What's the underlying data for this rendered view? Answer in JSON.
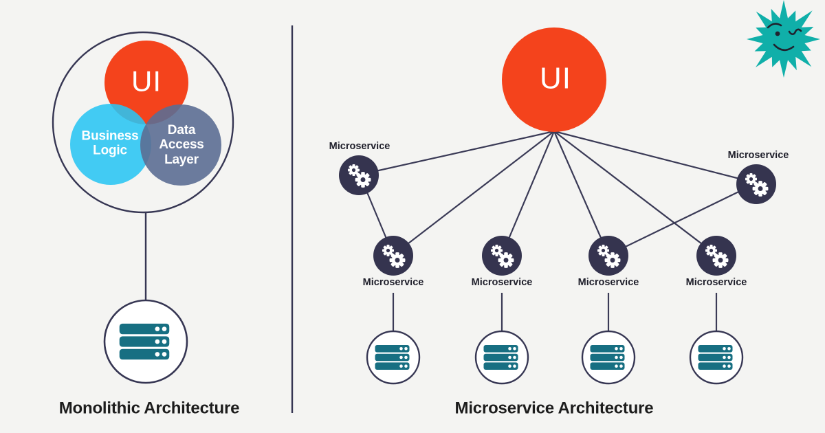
{
  "left": {
    "title": "Monolithic Architecture",
    "ui_label": "UI",
    "business_logic_label": "Business\nLogic",
    "data_access_label": "Data\nAccess\nLayer",
    "database_icon": "server-stack-icon"
  },
  "right": {
    "title": "Microservice Architecture",
    "ui_label": "UI",
    "top_left_node": {
      "label": "Microservice",
      "icon": "gears-icon"
    },
    "top_right_node": {
      "label": "Microservice",
      "icon": "gears-icon"
    },
    "row_nodes": [
      {
        "label": "Microservice",
        "icon": "gears-icon"
      },
      {
        "label": "Microservice",
        "icon": "gears-icon"
      },
      {
        "label": "Microservice",
        "icon": "gears-icon"
      },
      {
        "label": "Microservice",
        "icon": "gears-icon"
      }
    ],
    "database_icon": "server-stack-icon"
  },
  "mascot": {
    "name": "winking-starburst"
  },
  "colors": {
    "background": "#F4F4F2",
    "navy": "#363653",
    "node_fill": "#35344F",
    "orange": "#F4431C",
    "cyan": "#29C5F2",
    "slate": "#5C6E93",
    "server_teal": "#176F82",
    "mascot_teal": "#10AFA9",
    "title_text": "#1C1C1C"
  }
}
